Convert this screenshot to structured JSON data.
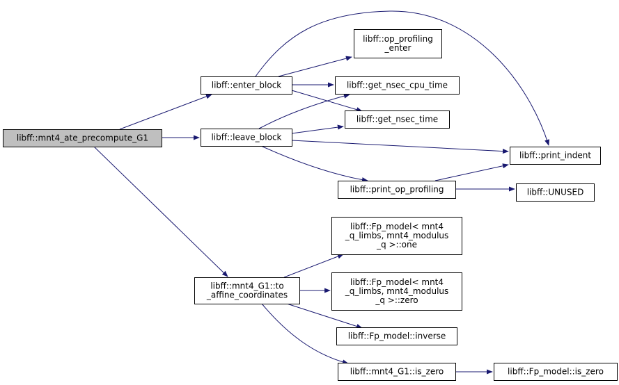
{
  "diagram": {
    "type": "call-graph",
    "edge_color": "#191970",
    "root_fill": "#bfbfbf",
    "nodes": [
      {
        "id": "ate_precompute",
        "lines": [
          "libff::mnt4_ate_precompute_G1"
        ],
        "root": true
      },
      {
        "id": "enter_block",
        "lines": [
          "libff::enter_block"
        ]
      },
      {
        "id": "leave_block",
        "lines": [
          "libff::leave_block"
        ]
      },
      {
        "id": "to_affine",
        "lines": [
          "libff::mnt4_G1::to",
          "_affine_coordinates"
        ]
      },
      {
        "id": "op_prof_enter",
        "lines": [
          "libff::op_profiling",
          "_enter"
        ]
      },
      {
        "id": "cpu_time",
        "lines": [
          "libff::get_nsec_cpu_time"
        ]
      },
      {
        "id": "nsec_time",
        "lines": [
          "libff::get_nsec_time"
        ]
      },
      {
        "id": "print_indent",
        "lines": [
          "libff::print_indent"
        ]
      },
      {
        "id": "print_op_prof",
        "lines": [
          "libff::print_op_profiling"
        ]
      },
      {
        "id": "unused",
        "lines": [
          "libff::UNUSED"
        ]
      },
      {
        "id": "fp_one",
        "lines": [
          "libff::Fp_model< mnt4",
          "_q_limbs, mnt4_modulus",
          "_q >::one"
        ]
      },
      {
        "id": "fp_zero",
        "lines": [
          "libff::Fp_model< mnt4",
          "_q_limbs, mnt4_modulus",
          "_q >::zero"
        ]
      },
      {
        "id": "fp_inverse",
        "lines": [
          "libff::Fp_model::inverse"
        ]
      },
      {
        "id": "g1_is_zero",
        "lines": [
          "libff::mnt4_G1::is_zero"
        ]
      },
      {
        "id": "fp_is_zero",
        "lines": [
          "libff::Fp_model::is_zero"
        ]
      }
    ],
    "edges": [
      {
        "from": "ate_precompute",
        "to": "enter_block"
      },
      {
        "from": "ate_precompute",
        "to": "leave_block"
      },
      {
        "from": "ate_precompute",
        "to": "to_affine"
      },
      {
        "from": "enter_block",
        "to": "op_prof_enter"
      },
      {
        "from": "enter_block",
        "to": "cpu_time"
      },
      {
        "from": "enter_block",
        "to": "nsec_time"
      },
      {
        "from": "enter_block",
        "to": "print_indent"
      },
      {
        "from": "leave_block",
        "to": "cpu_time"
      },
      {
        "from": "leave_block",
        "to": "nsec_time"
      },
      {
        "from": "leave_block",
        "to": "print_indent"
      },
      {
        "from": "leave_block",
        "to": "print_op_prof"
      },
      {
        "from": "print_op_prof",
        "to": "print_indent"
      },
      {
        "from": "print_op_prof",
        "to": "unused"
      },
      {
        "from": "to_affine",
        "to": "fp_one"
      },
      {
        "from": "to_affine",
        "to": "fp_zero"
      },
      {
        "from": "to_affine",
        "to": "fp_inverse"
      },
      {
        "from": "to_affine",
        "to": "g1_is_zero"
      },
      {
        "from": "g1_is_zero",
        "to": "fp_is_zero"
      }
    ]
  }
}
